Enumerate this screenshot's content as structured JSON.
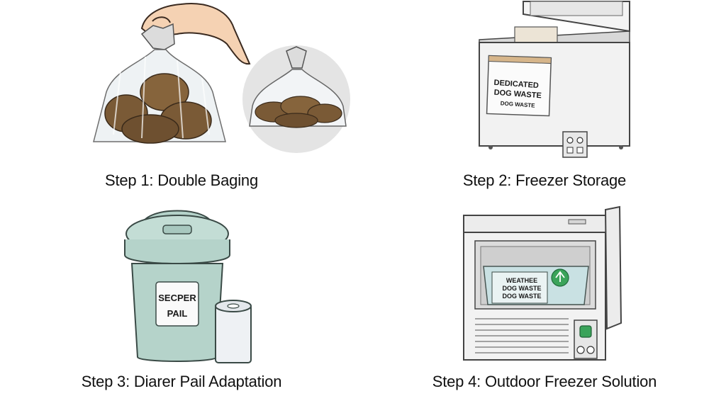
{
  "steps": [
    {
      "caption": "Step 1: Double Baging"
    },
    {
      "caption": "Step 2: Freezer Storage",
      "bag_label_line1": "DEDICATED",
      "bag_label_line2": "DOG WASTE",
      "bag_label_line3": "DOG WASTE"
    },
    {
      "caption": "Step 3: Diarer Pail Adaptation",
      "pail_label_line1": "SECPER",
      "pail_label_line2": "PAIL"
    },
    {
      "caption": "Step 4: Outdoor Freezer Solution",
      "bin_label_line1": "WEATHEE",
      "bin_label_line2": "DOG WASTE",
      "bin_label_line3": "DOG WASTE"
    }
  ],
  "colors": {
    "waste_brown": "#7a5a36",
    "pail_green": "#b5d3ca",
    "appliance_white": "#f2f2f2",
    "recycle_green": "#3aa35a"
  }
}
